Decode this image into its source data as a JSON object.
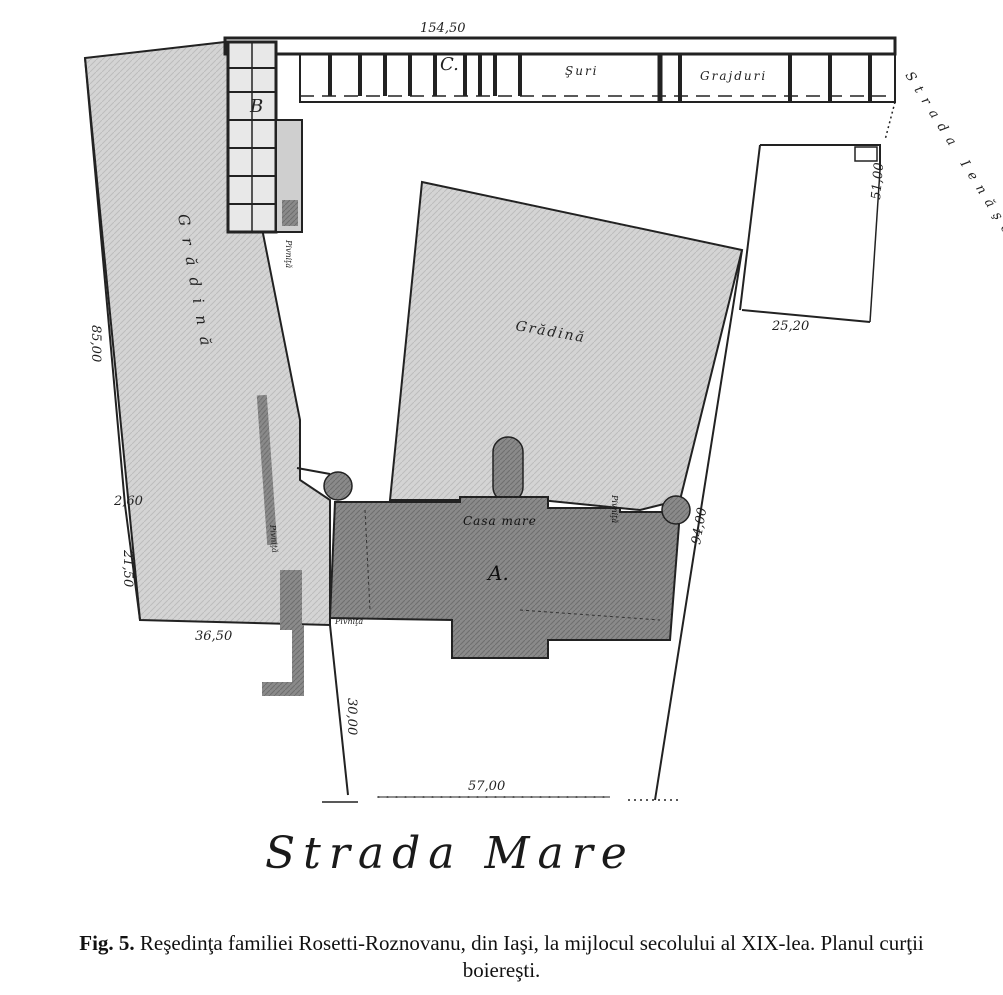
{
  "plan": {
    "dimensions": {
      "top": "154,50",
      "left": "85,00",
      "right_court": "94,00",
      "right_upper": "51,00",
      "right_offset": "25,20",
      "bottom_left": "36,50",
      "left_small": "2,60",
      "left_lower": "21,50",
      "entry": "30,00",
      "street_front": "57,00"
    },
    "labels": {
      "C": "C.",
      "B": "B",
      "A": "A.",
      "sura": "Şuri",
      "grajduri": "Grajduri",
      "gradina_left": "Grădină",
      "gradina_center": "Grădină",
      "casa_mare": "Casa mare",
      "pivnita_1": "Pivniţă",
      "pivnita_2": "Pivniţă",
      "pivnita_3": "Pivniţă",
      "pivnita_4": "Pivniţă",
      "strada_side": "Strada Ienăşească",
      "strada_mare": "Strada Mare"
    }
  },
  "caption": {
    "fig": "Fig. 5.",
    "text": "Reşedinţa familiei Rosetti-Roznovanu, din Iaşi, la mijlocul secolului al XIX-lea. Planul curţii boiereşti."
  }
}
